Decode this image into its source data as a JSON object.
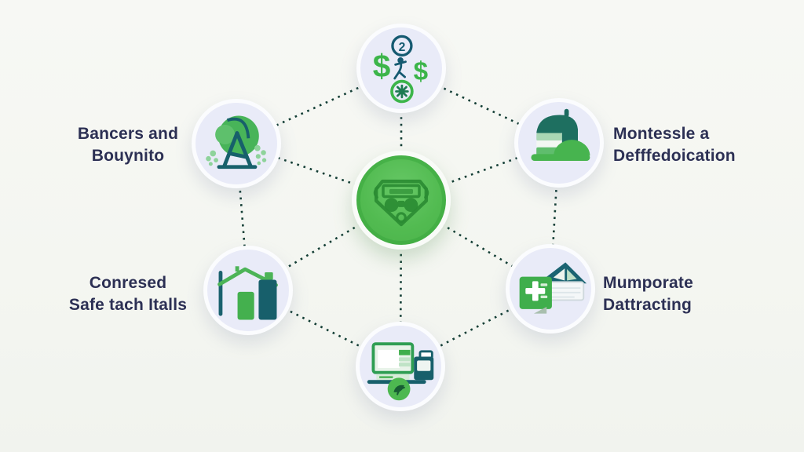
{
  "diagram": {
    "type": "hub-and-spoke",
    "hub": {
      "icon": "banknote-shield-emblem"
    },
    "nodes": [
      {
        "id": "top",
        "icon": "currency-exchange-icon"
      },
      {
        "id": "top-left",
        "icon": "tree-icon",
        "label": {
          "line1": "Bancers and",
          "line2": "Bouynito"
        }
      },
      {
        "id": "top-right",
        "icon": "layered-dish-icon",
        "label": {
          "line1": "Montessle a",
          "line2": "Defffedoication"
        }
      },
      {
        "id": "bottom-left",
        "icon": "house-bar-chart-icon",
        "label": {
          "line1": "Conresed",
          "line2": "Safe tach Italls"
        }
      },
      {
        "id": "bottom-right",
        "icon": "house-medical-cross-icon",
        "label": {
          "line1": "Mumporate",
          "line2": "Dattracting"
        }
      },
      {
        "id": "bottom",
        "icon": "laptop-icon"
      }
    ],
    "connections": [
      [
        "hub",
        "top"
      ],
      [
        "hub",
        "top-left"
      ],
      [
        "hub",
        "top-right"
      ],
      [
        "hub",
        "bottom-left"
      ],
      [
        "hub",
        "bottom-right"
      ],
      [
        "hub",
        "bottom"
      ],
      [
        "top",
        "top-left"
      ],
      [
        "top",
        "top-right"
      ],
      [
        "top-left",
        "bottom-left"
      ],
      [
        "top-right",
        "bottom-right"
      ],
      [
        "bottom-left",
        "bottom"
      ],
      [
        "bottom-right",
        "bottom"
      ]
    ]
  },
  "colors": {
    "background": "#f5f6f2",
    "label_text": "#2c3054",
    "accent_green": "#4db74e",
    "light_green": "#9ed4a6",
    "dark_teal": "#17606b",
    "node_circle_fill": "#e9ebf8",
    "node_ring": "#fbfcfe",
    "hub_fill": "#55bc53",
    "hub_emblem": "#2b8c33",
    "dotted_line": "#123d34"
  }
}
